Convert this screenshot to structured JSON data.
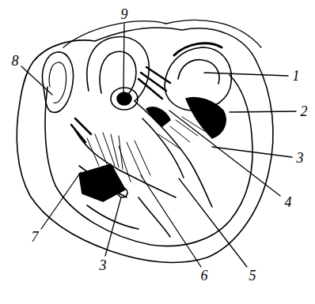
{
  "diagram": {
    "labels": [
      "9",
      "8",
      "1",
      "2",
      "3",
      "4",
      "7",
      "3",
      "5",
      "6"
    ]
  }
}
